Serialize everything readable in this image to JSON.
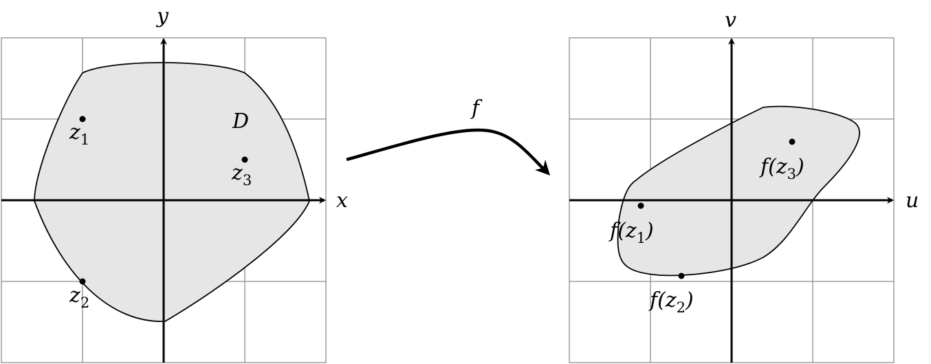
{
  "left_plane": {
    "x_label": "x",
    "y_label": "y",
    "region_label": "D",
    "points": [
      {
        "id": "z1",
        "base": "z",
        "sub": "1"
      },
      {
        "id": "z2",
        "base": "z",
        "sub": "2"
      },
      {
        "id": "z3",
        "base": "z",
        "sub": "3"
      }
    ]
  },
  "mapping": {
    "label": "f"
  },
  "right_plane": {
    "u_label": "u",
    "v_label": "v",
    "images": [
      {
        "id": "fz1",
        "prefix": "f(",
        "base": "z",
        "sub": "1",
        "suffix": ")"
      },
      {
        "id": "fz2",
        "prefix": "f(",
        "base": "z",
        "sub": "2",
        "suffix": ")"
      },
      {
        "id": "fz3",
        "prefix": "f(",
        "base": "z",
        "sub": "3",
        "suffix": ")"
      }
    ]
  },
  "colors": {
    "region_fill": "#e6e6e6",
    "grid": "#8c8c8c",
    "ink": "#000000"
  }
}
